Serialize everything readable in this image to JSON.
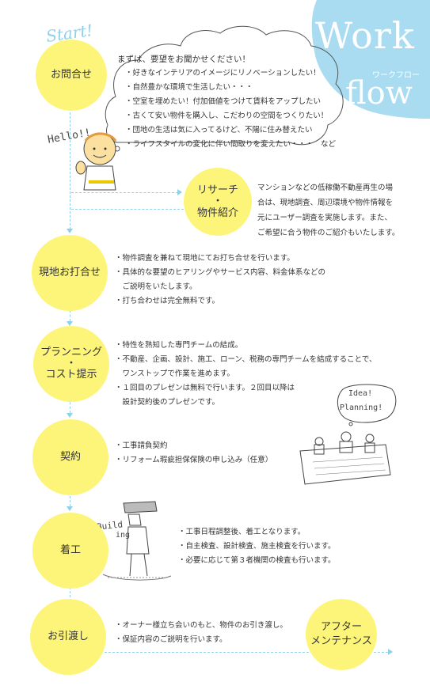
{
  "brand": {
    "line1": "Work",
    "line2": "flow",
    "subtitle": "ワークフロー",
    "start": "Start!"
  },
  "doodles": {
    "hello": "Hello!!",
    "idea": "Idea!",
    "planning": "Planning!",
    "build": "Build",
    "ing": "ing"
  },
  "colors": {
    "step_circle": "#fdf57a",
    "header_blue": "#a9dcf0",
    "arrow": "#8fd0ea"
  },
  "steps": [
    {
      "label": "お問合せ",
      "lines": [
        "まずは、要望をお聞かせください！",
        "・好きなインテリアのイメージにリノベーションしたい！",
        "・自然豊かな環境で生活したい・・・",
        "・空室を埋めたい！付加価値をつけて賃料をアップしたい",
        "・古くて安い物件を購入し、こだわりの空間をつくりたい！",
        "・団地の生活は気に入ってるけど、不陽に住み替えたい",
        "・ライフスタイルの変化に伴い間取りを変えたい・・・　など"
      ]
    },
    {
      "label_line1": "リサーチ",
      "label_dot": "・",
      "label_line2": "物件紹介",
      "lines": [
        "マンションなどの低稼働不動産再生の場",
        "合は、現地調査、周辺環境や物件情報を",
        "元にユーザー調査を実施します。また、",
        "ご希望に合う物件のご紹介もいたします。"
      ]
    },
    {
      "label": "現地お打合せ",
      "lines": [
        "・物件調査を兼ねて現地にてお打ち合せを行います。",
        "・具体的な要望のヒアリングやサービス内容、料金体系などの",
        "　ご説明をいたします。",
        "・打ち合わせは完全無料です。"
      ]
    },
    {
      "label_line1": "プランニング",
      "label_dot": "・",
      "label_line2": "コスト提示",
      "lines": [
        "・特性を熟知した専門チームの結成。",
        "・不動産、企画、設計、施工、ローン、税務の専門チームを結成することで、",
        "　ワンストップで作業を進めます。",
        "・１回目のプレゼンは無料で行います。２回目以降は",
        "　設計契約後のプレゼンです。"
      ]
    },
    {
      "label": "契約",
      "lines": [
        "・工事請負契約",
        "・リフォーム瑕疵担保保険の申し込み（任意）"
      ]
    },
    {
      "label": "着工",
      "lines": [
        "・工事日程調整後、着工となります。",
        "・自主検査、設計検査、施主検査を行います。",
        "・必要に応じて第３者機関の検査も行います。"
      ]
    },
    {
      "label": "お引渡し",
      "lines": [
        "・オーナー様立ち会いのもと、物件のお引き渡し。",
        "・保証内容のご説明を行います。"
      ]
    },
    {
      "label_line1": "アフター",
      "label_line2": "メンテナンス"
    }
  ]
}
